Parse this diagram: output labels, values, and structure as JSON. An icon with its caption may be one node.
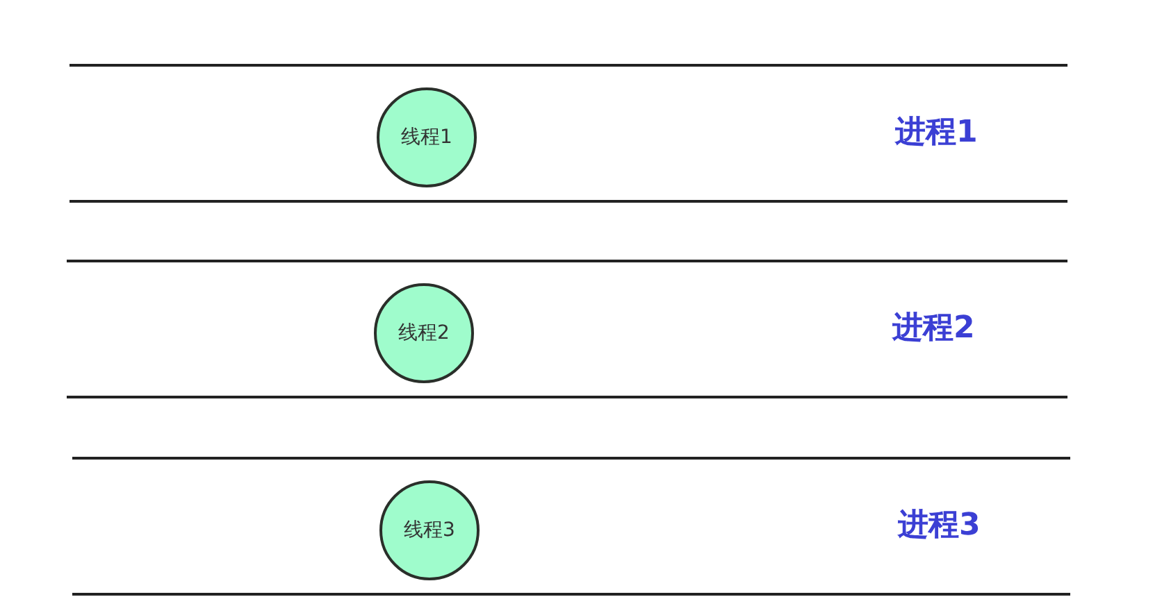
{
  "diagram": {
    "nodes": [
      {
        "text": [
          "进程1"
        ]
      },
      {
        "text": [
          "线程1"
        ],
        "in": 0
      },
      {
        "text": [
          "进程2"
        ]
      },
      {
        "text": [
          "线程2"
        ],
        "in": 2
      },
      {
        "text": [
          "进程3"
        ]
      },
      {
        "text": [
          "线程3"
        ],
        "in": 4
      }
    ],
    "edges": []
  }
}
